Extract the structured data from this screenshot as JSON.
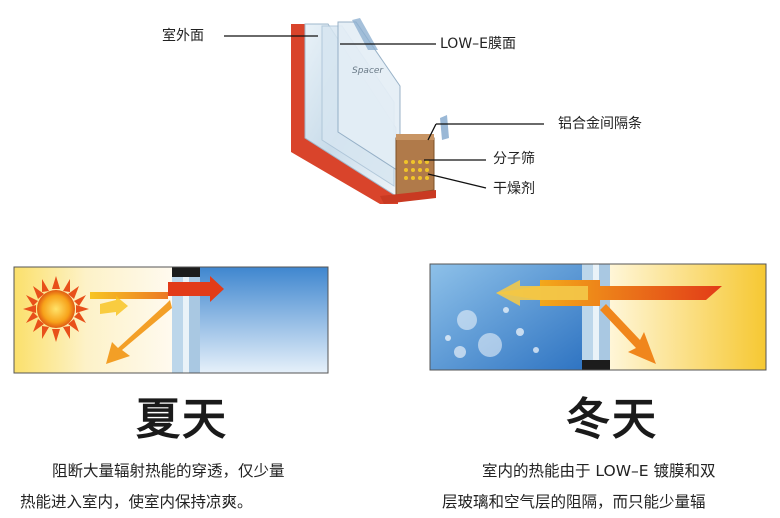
{
  "diagram": {
    "callouts": {
      "outdoor_surface": "室外面",
      "lowe_surface": "LOW–E膜面",
      "spacer_bar": "铝合金间隔条",
      "molecular_sieve": "分子筛",
      "desiccant": "干燥剂",
      "spacer_stamp": "Spacer"
    },
    "summer": {
      "title": "夏天",
      "desc_line1": "阻断大量辐射热能的穿透，仅少量",
      "desc_line2": "热能进入室内，使室内保持凉爽。"
    },
    "winter": {
      "title": "冬天",
      "desc_line1": "室内的热能由于 LOW–E 镀膜和双",
      "desc_line2": "层玻璃和空气层的阻隔，而只能少量辐"
    }
  },
  "colors": {
    "frame_red": "#d9442b",
    "glass_blue": "#bcd6ea",
    "warm_yellow": "#f7d44a",
    "cool_blue": "#4f8fd0",
    "arrow_orange": "#f08a1c"
  }
}
